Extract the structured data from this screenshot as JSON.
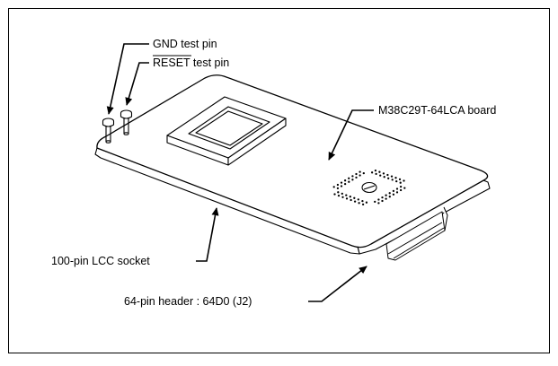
{
  "figure": {
    "labels": {
      "gnd_pin": "GND test pin",
      "reset_pin_overbar": "RESET",
      "reset_pin_suffix": " test pin",
      "board": "M38C29T-64LCA board",
      "socket": "100-pin LCC socket",
      "header": "64-pin header : 64D0 (J2)"
    }
  }
}
